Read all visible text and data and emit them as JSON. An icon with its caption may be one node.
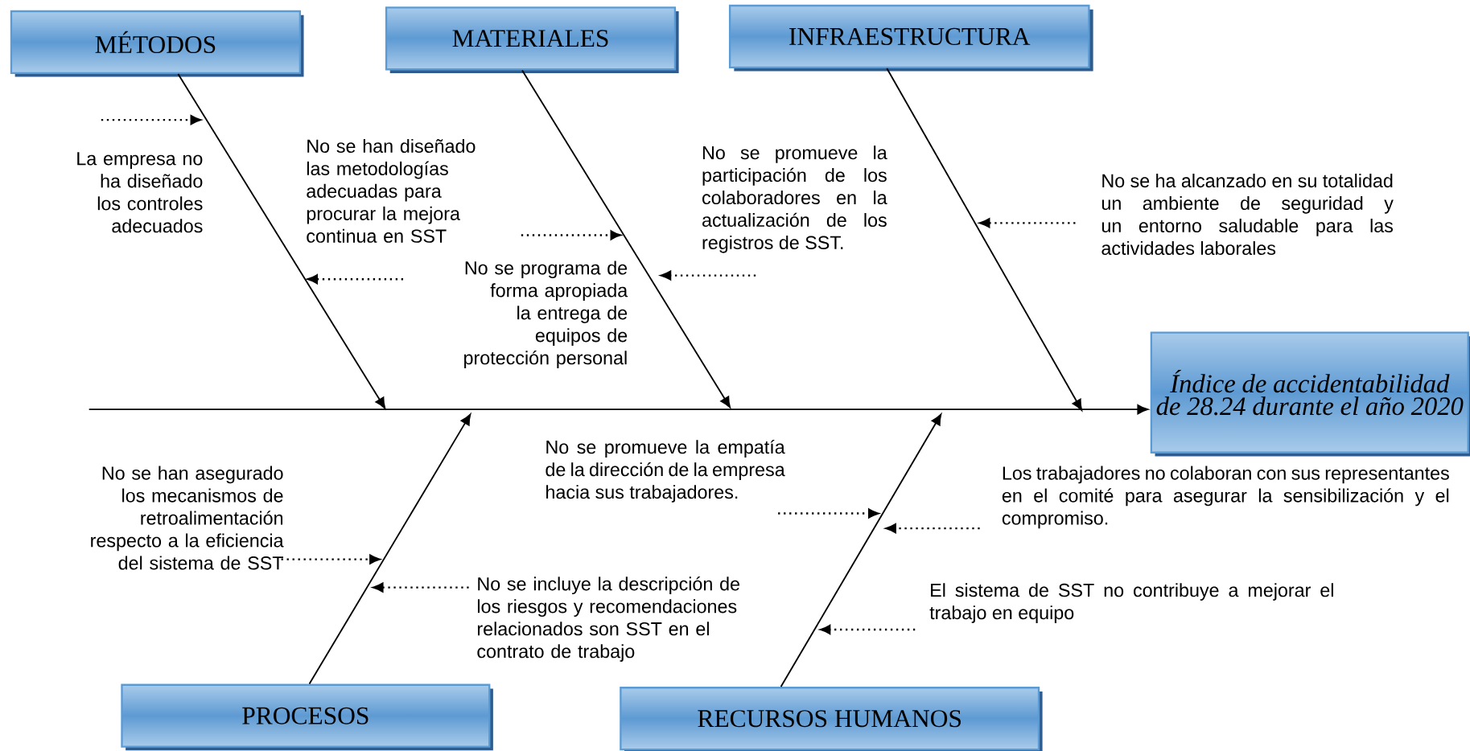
{
  "diagram": {
    "nodes": [
      {
        "text": [
          "MÉTODOS"
        ]
      },
      {
        "text": [
          "MATERIALES"
        ]
      },
      {
        "text": [
          "INFRAESTRUCTURA"
        ]
      },
      {
        "text": [
          "PROCESOS"
        ]
      },
      {
        "text": [
          "RECURSOS HUMANOS"
        ]
      },
      {
        "text": [
          "Índice de accidentabilidad de 28.24 durante el año 2020"
        ]
      },
      {
        "text": [
          "La empresa no ha diseñado los controles adecuados"
        ]
      },
      {
        "text": [
          "No se han diseñado las metodologías adecuadas para procurar la mejora continua en SST"
        ]
      },
      {
        "text": [
          "No se programa de forma apropiada la entrega de equipos de protección personal"
        ]
      },
      {
        "text": [
          "No se promueve la participación de los colaboradores en la actualización de los registros de SST."
        ]
      },
      {
        "text": [
          "No se ha alcanzado en su totalidad un ambiente de seguridad y un entorno saludable para las actividades laborales"
        ]
      },
      {
        "text": [
          "No se han asegurado los mecanismos de retroalimentación respecto a la eficiencia del sistema de SST"
        ]
      },
      {
        "text": [
          "No se incluye la descripción de los riesgos y recomendaciones relacionados son SST en el contrato de trabajo"
        ]
      },
      {
        "text": [
          "No se promueve la empatía de la dirección de la empresa hacia sus trabajadores."
        ]
      },
      {
        "text": [
          "Los trabajadores no colaboran con sus representantes en el comité para asegurar la sensibilización y el compromiso."
        ]
      },
      {
        "text": [
          "El sistema de SST no contribuye a mejorar el trabajo en equipo"
        ]
      }
    ],
    "edges": [
      {
        "from": 0,
        "to": null,
        "arrow": "to"
      },
      {
        "from": 1,
        "to": null,
        "arrow": "to"
      },
      {
        "from": 2,
        "to": null,
        "arrow": "to"
      },
      {
        "from": 3,
        "to": null,
        "arrow": "to"
      },
      {
        "from": 4,
        "to": null,
        "arrow": "to"
      },
      {
        "from": null,
        "to": 5,
        "arrow": "to"
      },
      {
        "from": null,
        "to": 6,
        "arrow": "to",
        "style": "dashed"
      },
      {
        "from": null,
        "to": 7,
        "arrow": "to",
        "style": "dashed"
      },
      {
        "from": null,
        "to": 8,
        "arrow": "to",
        "style": "dashed"
      },
      {
        "from": 9,
        "to": null,
        "arrow": "to",
        "style": "dashed"
      },
      {
        "from": 10,
        "to": null,
        "arrow": "to",
        "style": "dashed"
      },
      {
        "from": 11,
        "to": null,
        "arrow": "to",
        "style": "dashed"
      },
      {
        "from": 12,
        "to": null,
        "arrow": "to",
        "style": "dashed"
      },
      {
        "from": 13,
        "to": null,
        "arrow": "to",
        "style": "dashed"
      },
      {
        "from": 14,
        "to": null,
        "arrow": "to",
        "style": "dashed"
      },
      {
        "from": 15,
        "to": null,
        "arrow": "to",
        "style": "dashed"
      }
    ]
  }
}
